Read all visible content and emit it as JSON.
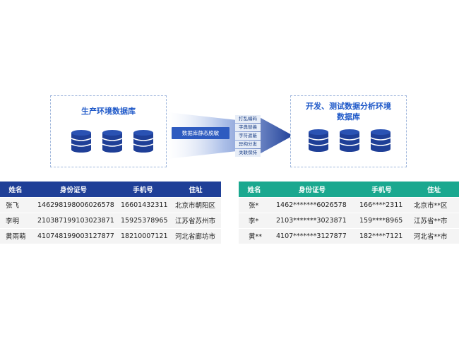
{
  "diagram": {
    "source_env": {
      "title": "生产环境数据库"
    },
    "target_env": {
      "title_line1": "开发、测试数据分析环境",
      "title_line2": "数据库"
    },
    "process_label": "数据库静态脱敏",
    "methods": [
      "打乱编码",
      "字典替换",
      "字符遮蔽",
      "异构分发",
      "关联保持"
    ]
  },
  "tables": {
    "headers": [
      "姓名",
      "身份证号",
      "手机号",
      "住址"
    ],
    "original": [
      [
        "张飞",
        "146298198006026578",
        "16601432311",
        "北京市朝阳区"
      ],
      [
        "李明",
        "210387199103023871",
        "15925378965",
        "江苏省苏州市"
      ],
      [
        "黄雨萌",
        "410748199003127877",
        "18210007121",
        "河北省廊坊市"
      ]
    ],
    "masked": [
      [
        "张*",
        "1462*******6026578",
        "166****2311",
        "北京市**区"
      ],
      [
        "李*",
        "2103*******3023871",
        "159****8965",
        "江苏省**市"
      ],
      [
        "黄**",
        "4107*******3127877",
        "182****7121",
        "河北省**市"
      ]
    ]
  },
  "colors": {
    "source_header": "#1f3f97",
    "target_header": "#1aa88f",
    "accent": "#1e58c8",
    "database": "#1f3f97"
  }
}
